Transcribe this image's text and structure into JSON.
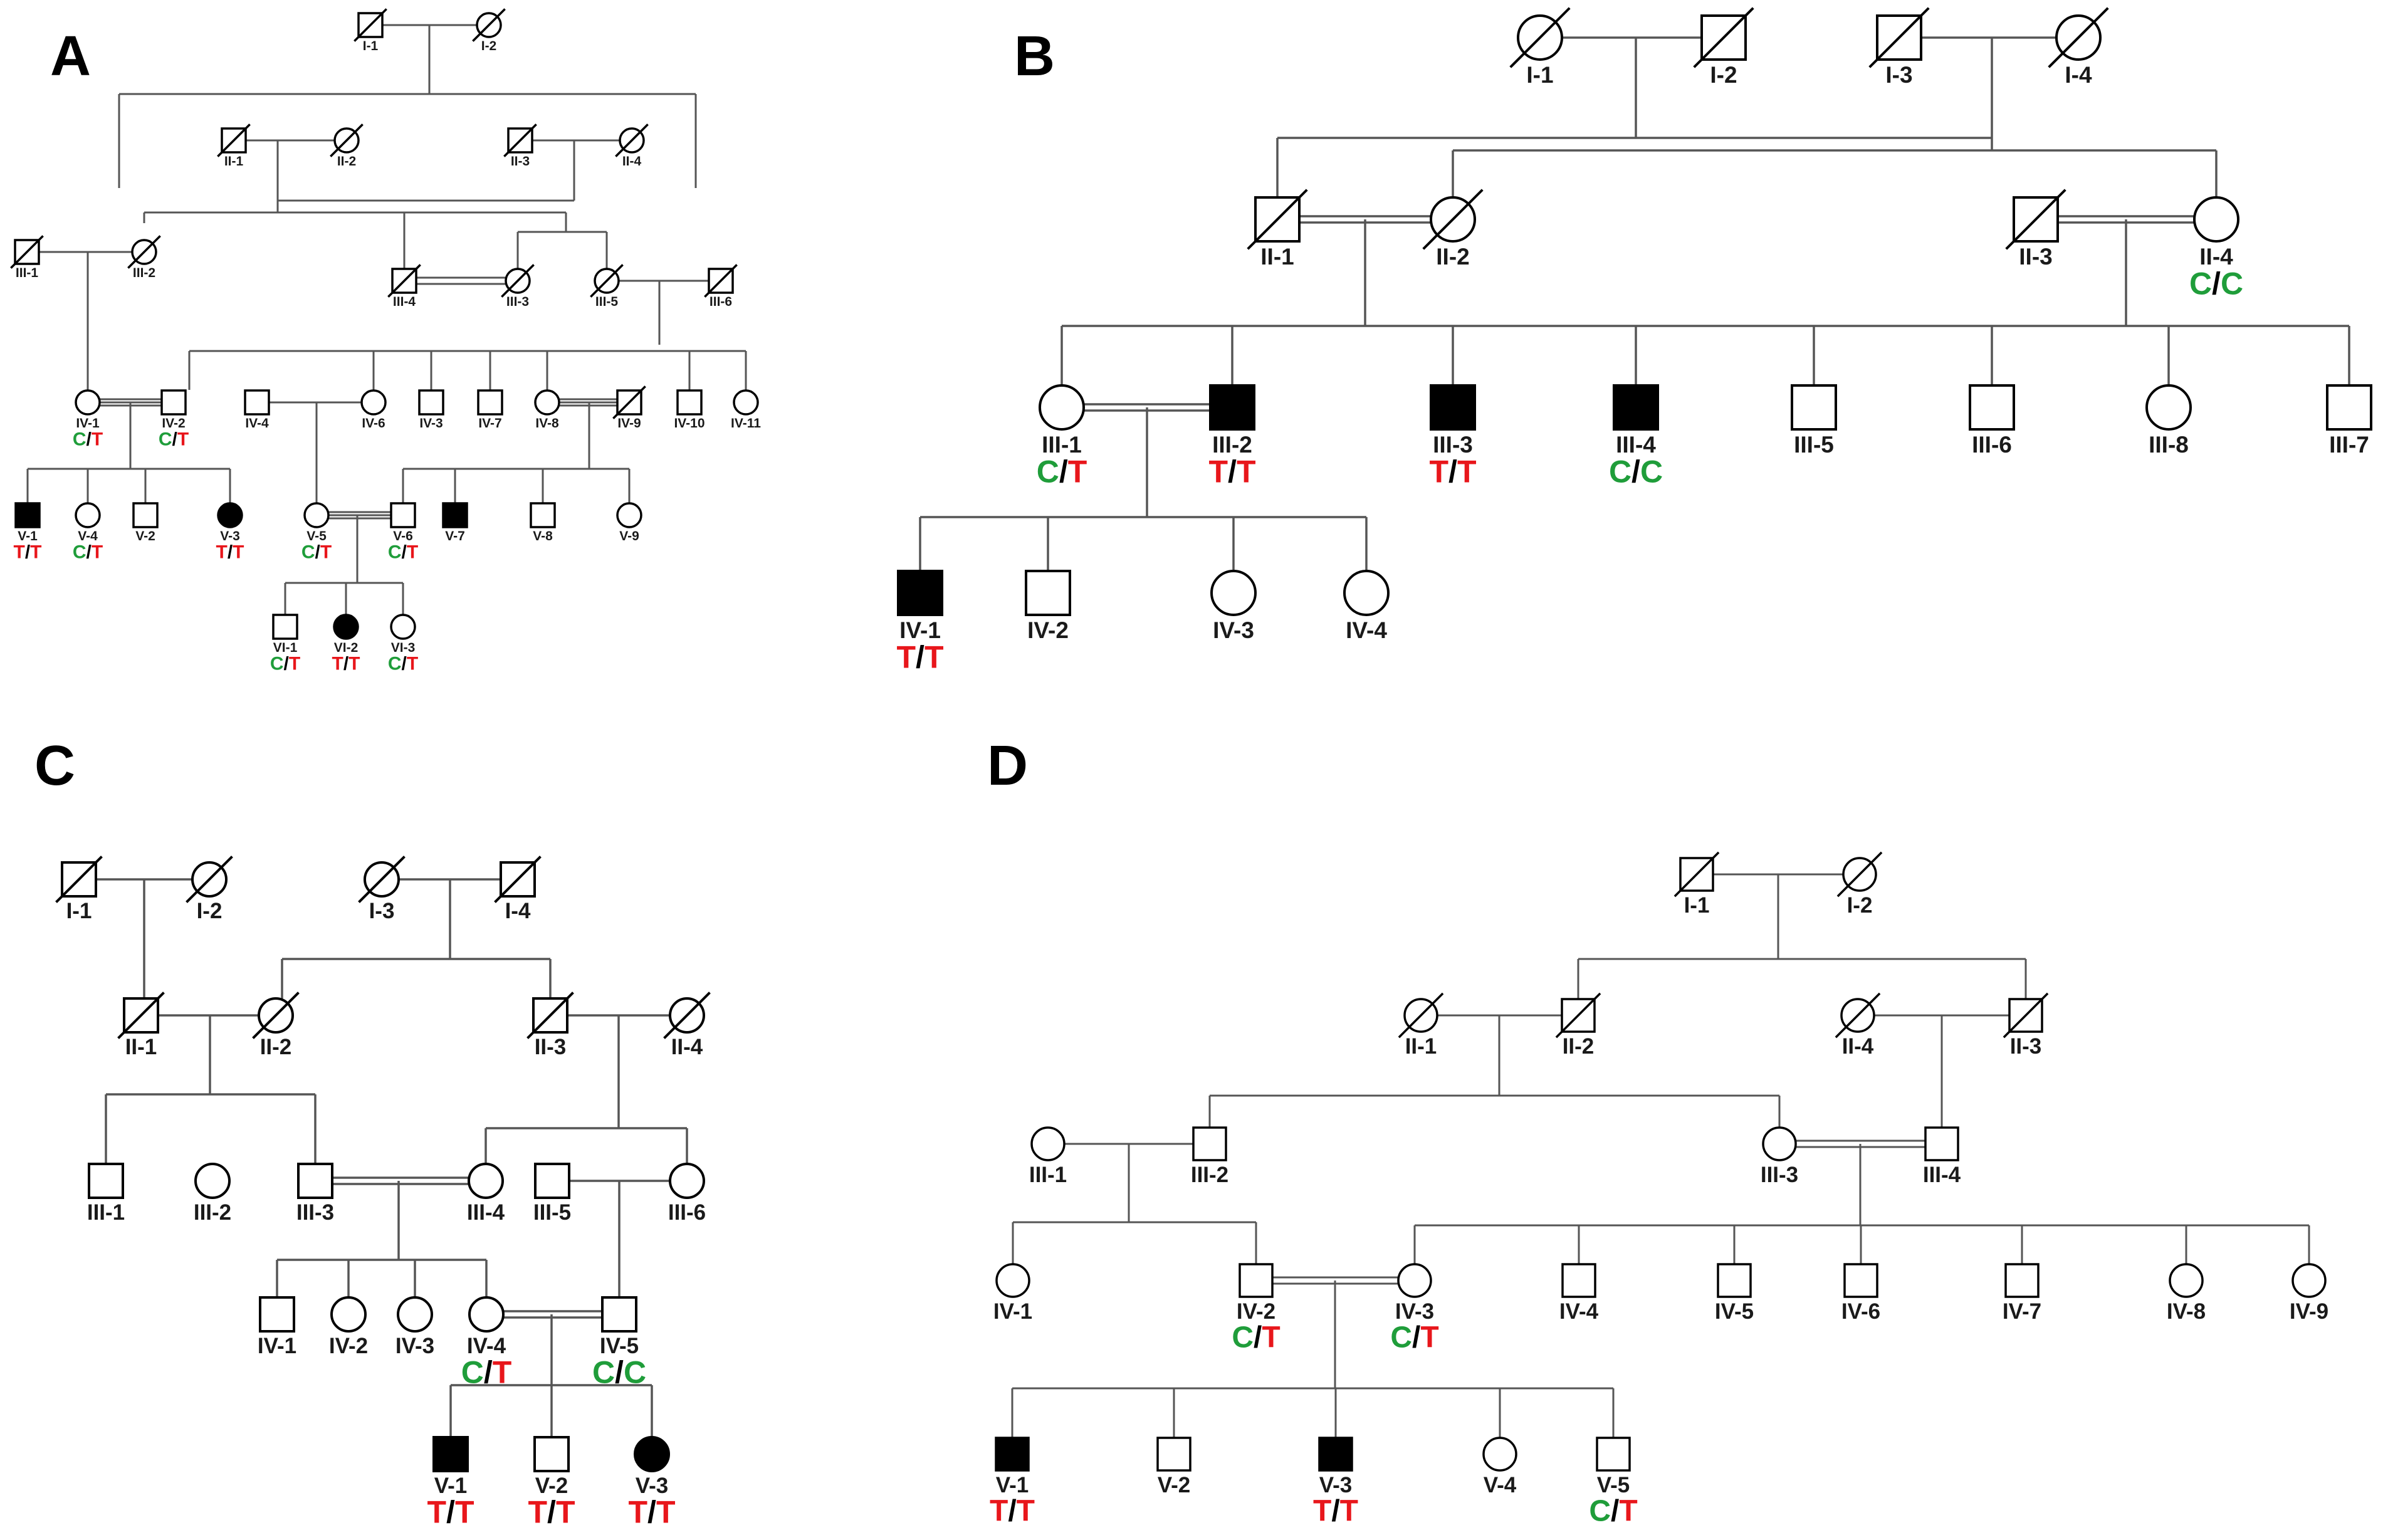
{
  "colors": {
    "allele_c": "#1f9d3a",
    "allele_t": "#e8161b",
    "line": "#555555",
    "affected": "#000000"
  },
  "panels": [
    {
      "label": "A",
      "individuals": [
        {
          "id": "I-1",
          "sex": "m",
          "deceased": true
        },
        {
          "id": "I-2",
          "sex": "f",
          "deceased": true
        },
        {
          "id": "II-1",
          "sex": "m",
          "deceased": true
        },
        {
          "id": "II-2",
          "sex": "f",
          "deceased": true
        },
        {
          "id": "II-3",
          "sex": "m",
          "deceased": true
        },
        {
          "id": "II-4",
          "sex": "f",
          "deceased": true
        },
        {
          "id": "III-1",
          "sex": "m",
          "deceased": true
        },
        {
          "id": "III-2",
          "sex": "f",
          "deceased": true
        },
        {
          "id": "III-4",
          "sex": "m",
          "deceased": true
        },
        {
          "id": "III-3",
          "sex": "f",
          "deceased": true
        },
        {
          "id": "III-5",
          "sex": "f",
          "deceased": true
        },
        {
          "id": "III-6",
          "sex": "m",
          "deceased": true
        },
        {
          "id": "IV-1",
          "sex": "f",
          "genotype": [
            "C",
            "T"
          ]
        },
        {
          "id": "IV-2",
          "sex": "m",
          "genotype": [
            "C",
            "T"
          ]
        },
        {
          "id": "IV-4",
          "sex": "m"
        },
        {
          "id": "IV-6",
          "sex": "f"
        },
        {
          "id": "IV-3",
          "sex": "m"
        },
        {
          "id": "IV-7",
          "sex": "m"
        },
        {
          "id": "IV-8",
          "sex": "f"
        },
        {
          "id": "IV-9",
          "sex": "m",
          "deceased": true
        },
        {
          "id": "IV-10",
          "sex": "m"
        },
        {
          "id": "IV-11",
          "sex": "f"
        },
        {
          "id": "V-1",
          "sex": "m",
          "affected": true,
          "genotype": [
            "T",
            "T"
          ]
        },
        {
          "id": "V-4",
          "sex": "f",
          "genotype": [
            "C",
            "T"
          ]
        },
        {
          "id": "V-2",
          "sex": "m"
        },
        {
          "id": "V-3",
          "sex": "f",
          "affected": true,
          "genotype": [
            "T",
            "T"
          ]
        },
        {
          "id": "V-5",
          "sex": "f",
          "genotype": [
            "C",
            "T"
          ]
        },
        {
          "id": "V-6",
          "sex": "m",
          "genotype": [
            "C",
            "T"
          ]
        },
        {
          "id": "V-7",
          "sex": "m",
          "affected": true
        },
        {
          "id": "V-8",
          "sex": "m"
        },
        {
          "id": "V-9",
          "sex": "f"
        },
        {
          "id": "VI-1",
          "sex": "m",
          "genotype": [
            "C",
            "T"
          ]
        },
        {
          "id": "VI-2",
          "sex": "f",
          "affected": true,
          "genotype": [
            "T",
            "T"
          ]
        },
        {
          "id": "VI-3",
          "sex": "f",
          "genotype": [
            "C",
            "T"
          ]
        }
      ]
    },
    {
      "label": "B",
      "individuals": [
        {
          "id": "I-1",
          "sex": "f",
          "deceased": true
        },
        {
          "id": "I-2",
          "sex": "m",
          "deceased": true
        },
        {
          "id": "I-3",
          "sex": "m",
          "deceased": true
        },
        {
          "id": "I-4",
          "sex": "f",
          "deceased": true
        },
        {
          "id": "II-1",
          "sex": "m",
          "deceased": true
        },
        {
          "id": "II-2",
          "sex": "f",
          "deceased": true
        },
        {
          "id": "II-3",
          "sex": "m",
          "deceased": true
        },
        {
          "id": "II-4",
          "sex": "f",
          "genotype": [
            "C",
            "C"
          ]
        },
        {
          "id": "III-1",
          "sex": "f",
          "genotype": [
            "C",
            "T"
          ]
        },
        {
          "id": "III-2",
          "sex": "m",
          "affected": true,
          "genotype": [
            "T",
            "T"
          ]
        },
        {
          "id": "III-3",
          "sex": "m",
          "affected": true,
          "genotype": [
            "T",
            "T"
          ]
        },
        {
          "id": "III-4",
          "sex": "m",
          "affected": true,
          "genotype": [
            "C",
            "C"
          ]
        },
        {
          "id": "III-5",
          "sex": "m"
        },
        {
          "id": "III-6",
          "sex": "m"
        },
        {
          "id": "III-8",
          "sex": "f"
        },
        {
          "id": "III-7",
          "sex": "m"
        },
        {
          "id": "IV-1",
          "sex": "m",
          "affected": true,
          "genotype": [
            "T",
            "T"
          ]
        },
        {
          "id": "IV-2",
          "sex": "m"
        },
        {
          "id": "IV-3",
          "sex": "f"
        },
        {
          "id": "IV-4",
          "sex": "f"
        }
      ]
    },
    {
      "label": "C",
      "individuals": [
        {
          "id": "I-1",
          "sex": "m",
          "deceased": true
        },
        {
          "id": "I-2",
          "sex": "f",
          "deceased": true
        },
        {
          "id": "I-3",
          "sex": "f",
          "deceased": true
        },
        {
          "id": "I-4",
          "sex": "m",
          "deceased": true
        },
        {
          "id": "II-1",
          "sex": "m",
          "deceased": true
        },
        {
          "id": "II-2",
          "sex": "f",
          "deceased": true
        },
        {
          "id": "II-3",
          "sex": "m",
          "deceased": true
        },
        {
          "id": "II-4",
          "sex": "f",
          "deceased": true
        },
        {
          "id": "III-1",
          "sex": "m"
        },
        {
          "id": "III-2",
          "sex": "f"
        },
        {
          "id": "III-3",
          "sex": "m"
        },
        {
          "id": "III-4",
          "sex": "f"
        },
        {
          "id": "III-5",
          "sex": "m"
        },
        {
          "id": "III-6",
          "sex": "f"
        },
        {
          "id": "IV-1",
          "sex": "m"
        },
        {
          "id": "IV-2",
          "sex": "f"
        },
        {
          "id": "IV-3",
          "sex": "f"
        },
        {
          "id": "IV-4",
          "sex": "f",
          "genotype": [
            "C",
            "T"
          ]
        },
        {
          "id": "IV-5",
          "sex": "m",
          "genotype": [
            "C",
            "C"
          ]
        },
        {
          "id": "V-1",
          "sex": "m",
          "affected": true,
          "genotype": [
            "T",
            "T"
          ]
        },
        {
          "id": "V-2",
          "sex": "m",
          "genotype": [
            "T",
            "T"
          ]
        },
        {
          "id": "V-3",
          "sex": "f",
          "affected": true,
          "genotype": [
            "T",
            "T"
          ]
        }
      ]
    },
    {
      "label": "D",
      "individuals": [
        {
          "id": "I-1",
          "sex": "m",
          "deceased": true
        },
        {
          "id": "I-2",
          "sex": "f",
          "deceased": true
        },
        {
          "id": "II-1",
          "sex": "f",
          "deceased": true
        },
        {
          "id": "II-2",
          "sex": "m",
          "deceased": true
        },
        {
          "id": "II-4",
          "sex": "f",
          "deceased": true
        },
        {
          "id": "II-3",
          "sex": "m",
          "deceased": true
        },
        {
          "id": "III-1",
          "sex": "f"
        },
        {
          "id": "III-2",
          "sex": "m"
        },
        {
          "id": "III-3",
          "sex": "f"
        },
        {
          "id": "III-4",
          "sex": "m"
        },
        {
          "id": "IV-1",
          "sex": "f"
        },
        {
          "id": "IV-2",
          "sex": "m",
          "genotype": [
            "C",
            "T"
          ]
        },
        {
          "id": "IV-3",
          "sex": "f",
          "genotype": [
            "C",
            "T"
          ]
        },
        {
          "id": "IV-4",
          "sex": "m"
        },
        {
          "id": "IV-5",
          "sex": "m"
        },
        {
          "id": "IV-6",
          "sex": "m"
        },
        {
          "id": "IV-7",
          "sex": "m"
        },
        {
          "id": "IV-8",
          "sex": "f"
        },
        {
          "id": "IV-9",
          "sex": "f"
        },
        {
          "id": "V-1",
          "sex": "m",
          "affected": true,
          "genotype": [
            "T",
            "T"
          ]
        },
        {
          "id": "V-2",
          "sex": "m"
        },
        {
          "id": "V-3",
          "sex": "m",
          "affected": true,
          "genotype": [
            "T",
            "T"
          ]
        },
        {
          "id": "V-4",
          "sex": "f"
        },
        {
          "id": "V-5",
          "sex": "m",
          "genotype": [
            "C",
            "T"
          ]
        }
      ]
    }
  ]
}
